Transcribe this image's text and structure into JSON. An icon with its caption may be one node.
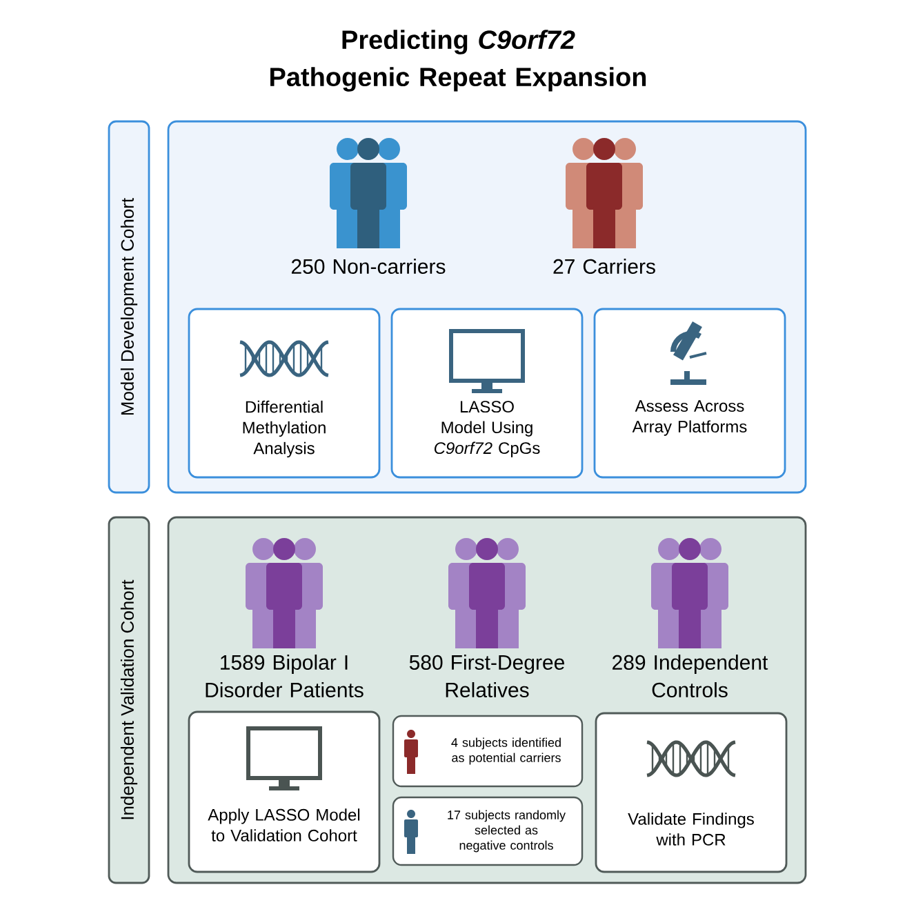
{
  "diagram": {
    "title": "Predicting *C9orf72* Pathogenic Repeat Expansion",
    "nodes": [
      {
        "text": [
          "Model Development Cohort"
        ]
      },
      {
        "text": [],
        "shape": "box"
      },
      {
        "text": [
          "Differential Methylation Analysis"
        ],
        "in": 1
      },
      {
        "text": [
          "LASSO Model Using *C9orf72* CpGs"
        ],
        "in": 1
      },
      {
        "text": [
          "Assess Across Array Platforms"
        ],
        "in": 1
      },
      {
        "text": [
          "Independent Validation Cohort"
        ]
      },
      {
        "text": [],
        "shape": "box"
      },
      {
        "text": [
          "Apply LASSO Model to Validation Cohort"
        ],
        "in": 6
      },
      {
        "text": [
          "4 subjects identified as potential carriers"
        ],
        "in": 6
      },
      {
        "text": [
          "17 subjects randomly selected as negative controls"
        ],
        "in": 6
      },
      {
        "text": [
          "Validate Findings with PCR"
        ],
        "in": 6
      }
    ],
    "labels": [
      "250 Non-carriers",
      "27 Carriers",
      "1589 Bipolar I Disorder Patients",
      "580 First-Degree Relatives",
      "289 Independent Controls"
    ]
  }
}
